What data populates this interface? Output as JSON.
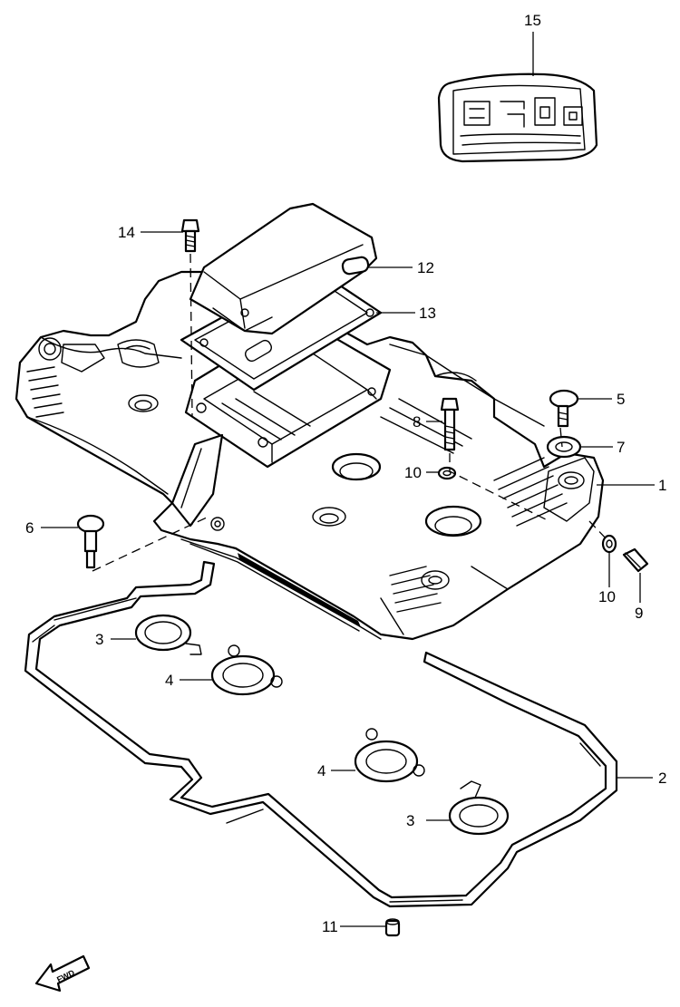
{
  "callouts": {
    "c1": "1",
    "c2": "2",
    "c3a": "3",
    "c3b": "3",
    "c4a": "4",
    "c4b": "4",
    "c5": "5",
    "c6": "6",
    "c7": "7",
    "c8": "8",
    "c9": "9",
    "c10a": "10",
    "c10b": "10",
    "c11": "11",
    "c12": "12",
    "c13": "13",
    "c14": "14",
    "c15": "15"
  },
  "front_arrow_label": "FWD",
  "colors": {
    "line": "#000000",
    "background": "#ffffff"
  }
}
